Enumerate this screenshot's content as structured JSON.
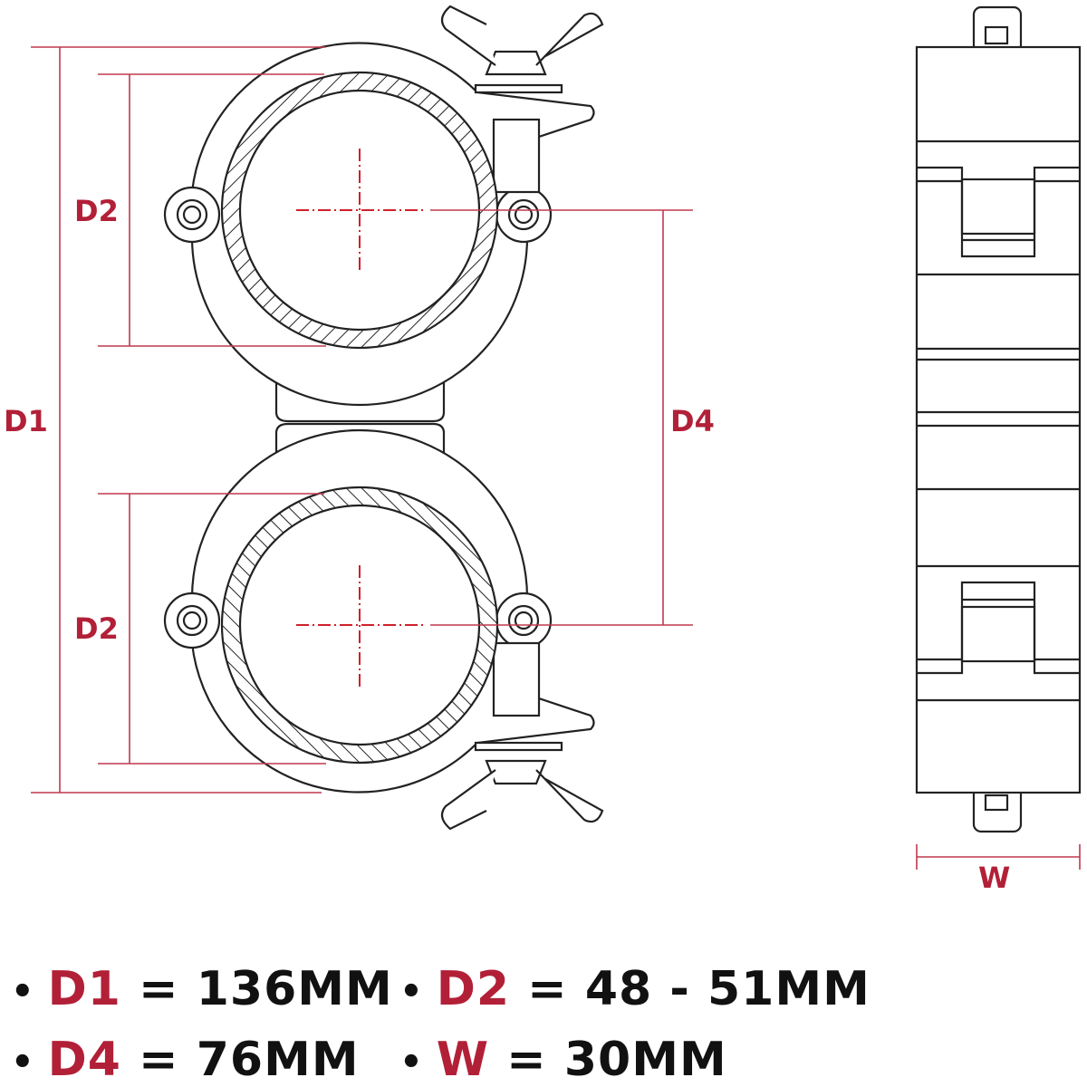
{
  "accent_color": "#b22038",
  "labels": {
    "d1": "D1",
    "d2_top": "D2",
    "d2_bottom": "D2",
    "d4": "D4",
    "w": "W"
  },
  "specs": [
    {
      "bullet": "•",
      "key": "D1",
      "value": "= 136MM"
    },
    {
      "bullet": "•",
      "key": "D2",
      "value": "= 48 - 51MM"
    },
    {
      "bullet": "•",
      "key": "D4",
      "value": "= 76MM"
    },
    {
      "bullet": "•",
      "key": "W",
      "value": "= 30MM"
    }
  ]
}
